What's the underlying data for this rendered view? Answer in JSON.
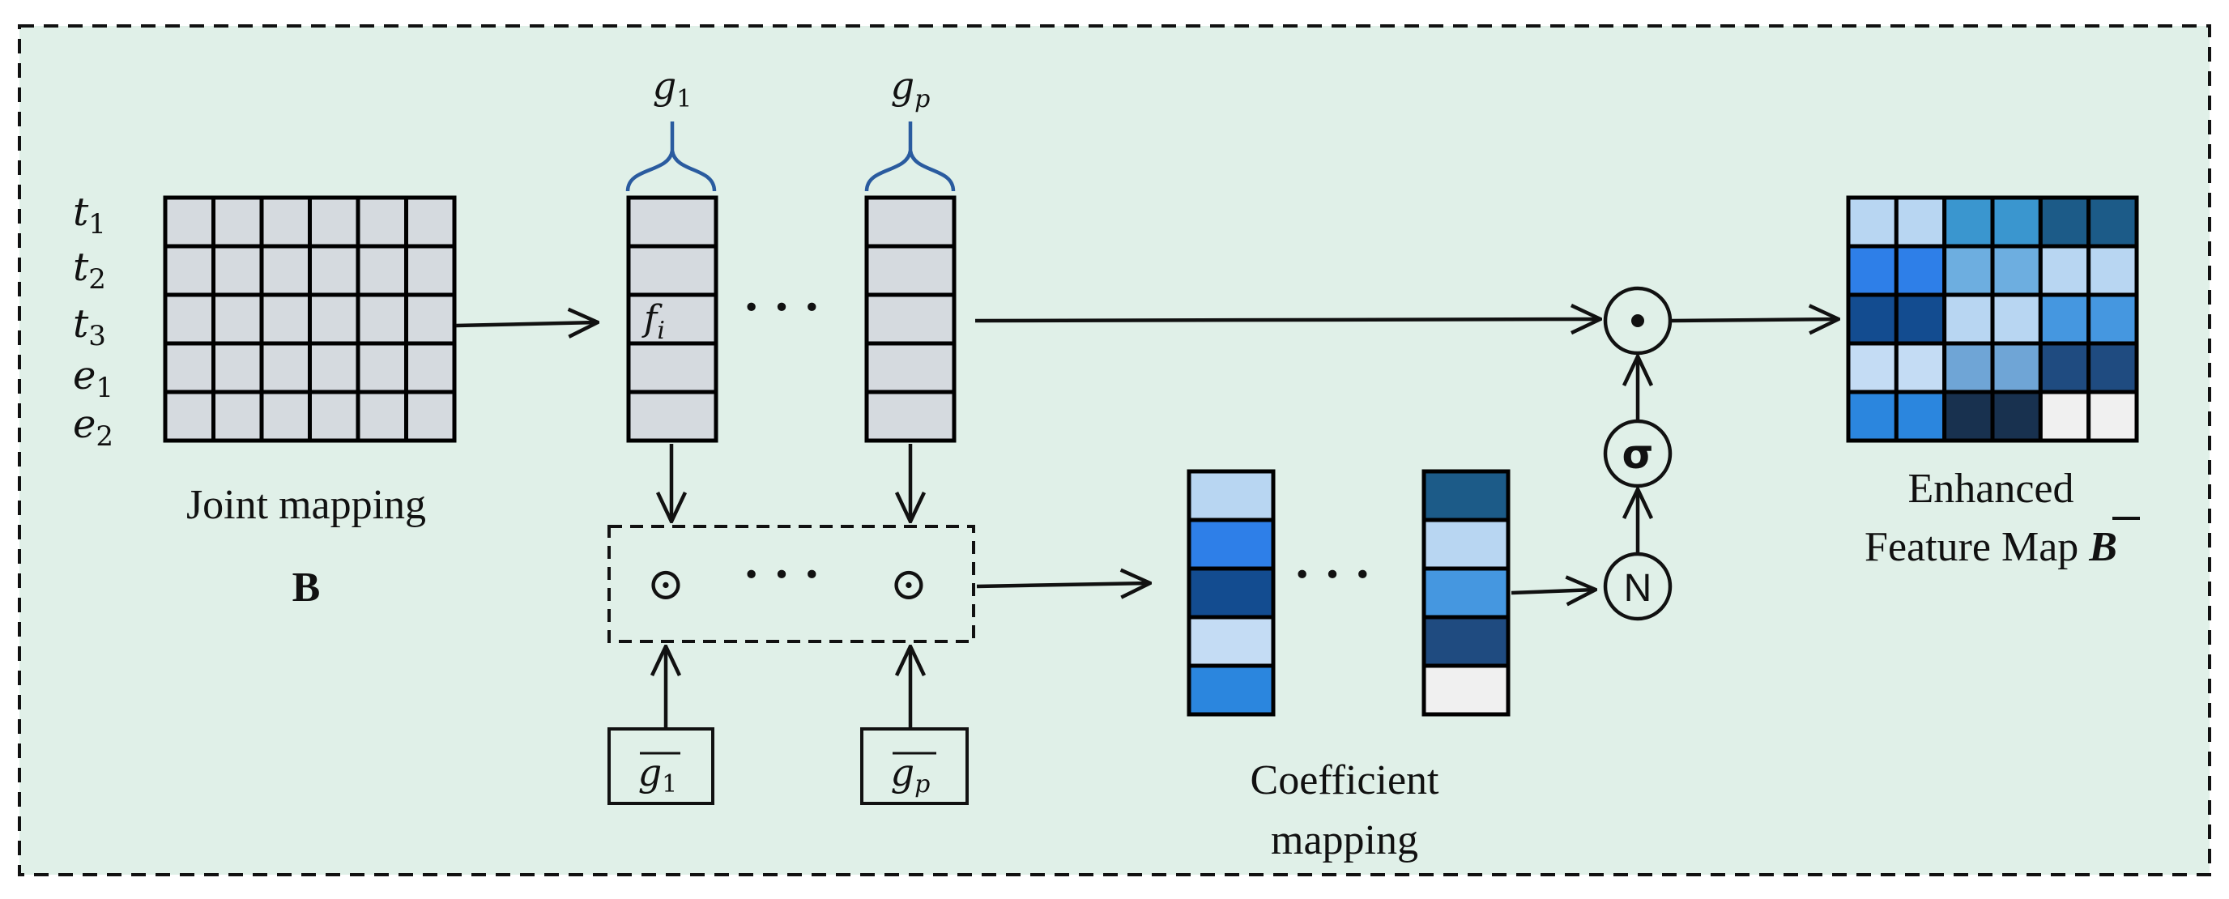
{
  "labels": {
    "row_t1": "t",
    "row_t1_sub": "1",
    "row_t2": "t",
    "row_t2_sub": "2",
    "row_t3": "t",
    "row_t3_sub": "3",
    "row_e1": "e",
    "row_e1_sub": "1",
    "row_e2": "e",
    "row_e2_sub": "2",
    "joint_mapping": "Joint mapping",
    "joint_symbol": "B",
    "group_g1": "g",
    "group_g1_sub": "1",
    "group_gp": "g",
    "group_gp_sub": "p",
    "cell_fi": "f",
    "cell_fi_sub": "i",
    "dots": "· · ·",
    "odot": "⊙",
    "gbar1": "g",
    "gbar1_sub": "1",
    "gbarp": "g",
    "gbarp_sub": "p",
    "coefficient_line1": "Coefficient",
    "coefficient_line2": "mapping",
    "op_sigma": "σ",
    "op_norm": "N",
    "op_dot": "·",
    "enhanced_line1": "Enhanced",
    "enhanced_line2": "Feature Map ",
    "enhanced_symbol": "B"
  },
  "colors": {
    "background": "#e0f0e8",
    "cell_gray": "#d5dadf",
    "brace_blue": "#2a5b9f",
    "coef_left": [
      "#b8d6f2",
      "#2e7fe8",
      "#134c90",
      "#c4dcf4",
      "#2b86de"
    ],
    "coef_right": [
      "#1c5b88",
      "#b8d6f2",
      "#4597e0",
      "#1f4b80",
      "#f0f0f0"
    ],
    "enhanced": [
      [
        "#b8d6f2",
        "#b8d6f2",
        "#3a96cf",
        "#3a96cf",
        "#1c5b88",
        "#1c5b88"
      ],
      [
        "#2e7fe8",
        "#2e7fe8",
        "#6daee0",
        "#6daee0",
        "#b8d6f2",
        "#b8d6f2"
      ],
      [
        "#134c90",
        "#134c90",
        "#b8d6f2",
        "#b8d6f2",
        "#4597e0",
        "#4597e0"
      ],
      [
        "#c4dcf4",
        "#c4dcf4",
        "#6fa5d6",
        "#6fa5d6",
        "#1f4b80",
        "#1f4b80"
      ],
      [
        "#2b86de",
        "#2b86de",
        "#18314f",
        "#18314f",
        "#f0f0f0",
        "#f0f0f0"
      ]
    ]
  }
}
